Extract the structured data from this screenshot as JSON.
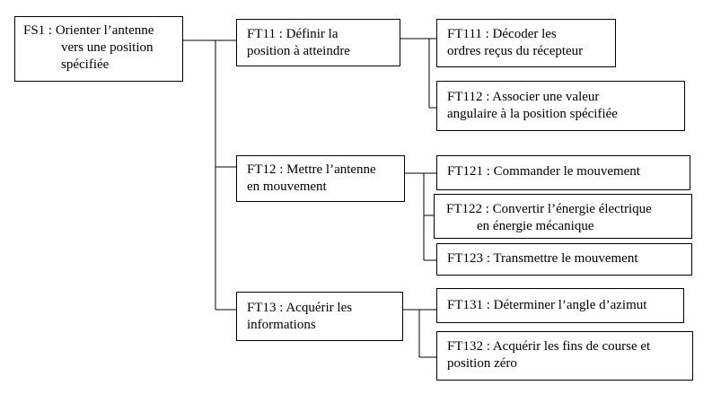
{
  "diagram": {
    "nodes": [
      {
        "id": "fs1",
        "lines": [
          "FS1 : Orienter l’antenne",
          "vers une position",
          "spécifiée"
        ]
      },
      {
        "id": "ft11",
        "lines": [
          "FT11 : Définir la",
          "position à atteindre"
        ]
      },
      {
        "id": "ft111",
        "lines": [
          "FT111 : Décoder les",
          "ordres reçus du récepteur"
        ]
      },
      {
        "id": "ft112",
        "lines": [
          "FT112 : Associer une valeur",
          "angulaire à la position spécifiée"
        ]
      },
      {
        "id": "ft12",
        "lines": [
          "FT12 : Mettre l’antenne",
          "en mouvement"
        ]
      },
      {
        "id": "ft121",
        "lines": [
          "FT121 : Commander le mouvement"
        ]
      },
      {
        "id": "ft122",
        "lines": [
          "FT122 : Convertir l’énergie électrique",
          "en énergie mécanique"
        ]
      },
      {
        "id": "ft123",
        "lines": [
          "FT123 : Transmettre le mouvement"
        ]
      },
      {
        "id": "ft13",
        "lines": [
          "FT13 : Acquérir les",
          "informations"
        ]
      },
      {
        "id": "ft131",
        "lines": [
          "FT131 : Déterminer l’angle d’azimut"
        ]
      },
      {
        "id": "ft132",
        "lines": [
          "FT132 : Acquérir les fins de course et",
          "position zéro"
        ]
      }
    ],
    "edges": [
      [
        "fs1",
        "ft11"
      ],
      [
        "fs1",
        "ft12"
      ],
      [
        "fs1",
        "ft13"
      ],
      [
        "ft11",
        "ft111"
      ],
      [
        "ft11",
        "ft112"
      ],
      [
        "ft12",
        "ft121"
      ],
      [
        "ft12",
        "ft122"
      ],
      [
        "ft12",
        "ft123"
      ],
      [
        "ft13",
        "ft131"
      ],
      [
        "ft13",
        "ft132"
      ]
    ]
  }
}
